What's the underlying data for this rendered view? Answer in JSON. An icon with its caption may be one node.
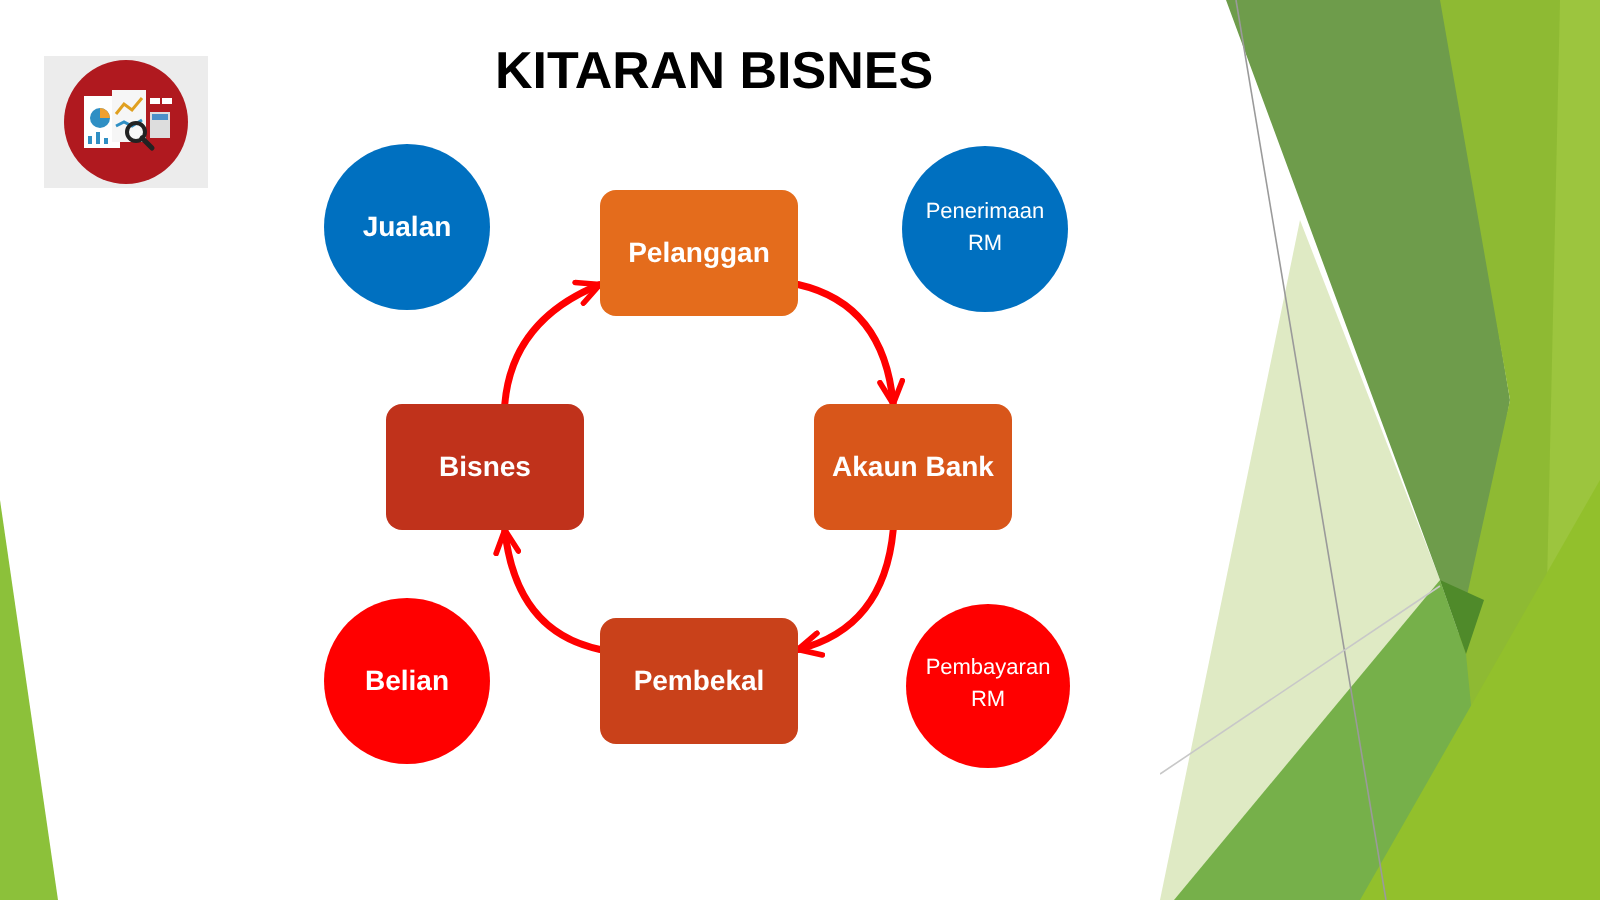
{
  "diagram": {
    "title": "KITARAN BISNES",
    "nodes": [
      {
        "text": [
          "Jualan"
        ]
      },
      {
        "text": [
          "Pelanggan"
        ]
      },
      {
        "text": [
          "Penerimaan RM"
        ]
      },
      {
        "text": [
          "Bisnes"
        ]
      },
      {
        "text": [
          "Akaun Bank"
        ]
      },
      {
        "text": [
          "Belian"
        ]
      },
      {
        "text": [
          "Pembekal"
        ]
      },
      {
        "text": [
          "Pembayaran RM"
        ]
      }
    ],
    "edges": [
      {
        "from": 3,
        "to": 1,
        "arrow": "to"
      },
      {
        "from": 1,
        "to": 4,
        "arrow": "to"
      },
      {
        "from": 4,
        "to": 6,
        "arrow": "to"
      },
      {
        "from": 6,
        "to": 3,
        "arrow": "to"
      }
    ]
  }
}
